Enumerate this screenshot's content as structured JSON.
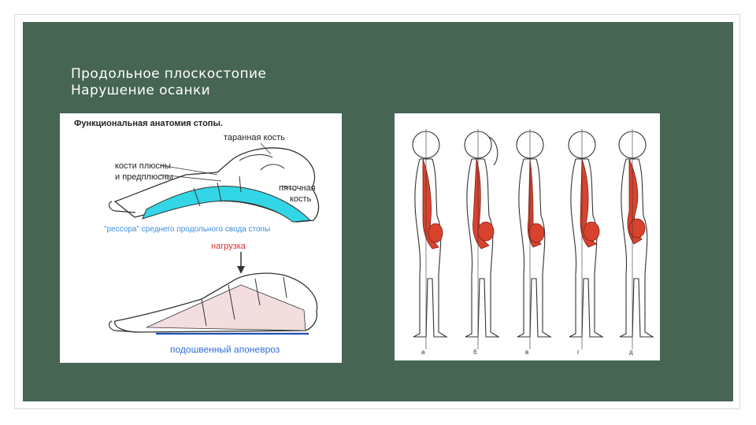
{
  "slide": {
    "title_line1": "Продольное плоскостопие",
    "title_line2": "Нарушение осанки"
  },
  "foot_figure": {
    "heading": "Функциональная анатомия стопы.",
    "label_talus": "таранная кость",
    "label_metatarsal_1": "кости плюсны",
    "label_metatarsal_2": "и предплюсны",
    "label_calcaneus_1": "пяточная",
    "label_calcaneus_2": "кость",
    "label_spring": "\"рессора\" среднего продольного свода стопы",
    "label_load": "нагрузка",
    "label_aponeurosis": "подошвенный апоневроз"
  },
  "posture_figure": {
    "captions": [
      "а",
      "б",
      "в",
      "г",
      "д"
    ]
  },
  "colors": {
    "slide_bg": "#466553",
    "title_text": "#ffffff",
    "arch_cyan": "#33d6e6",
    "label_blue": "#3b8ee0",
    "label_red": "#e0302a",
    "spine_red": "#d9432e"
  }
}
